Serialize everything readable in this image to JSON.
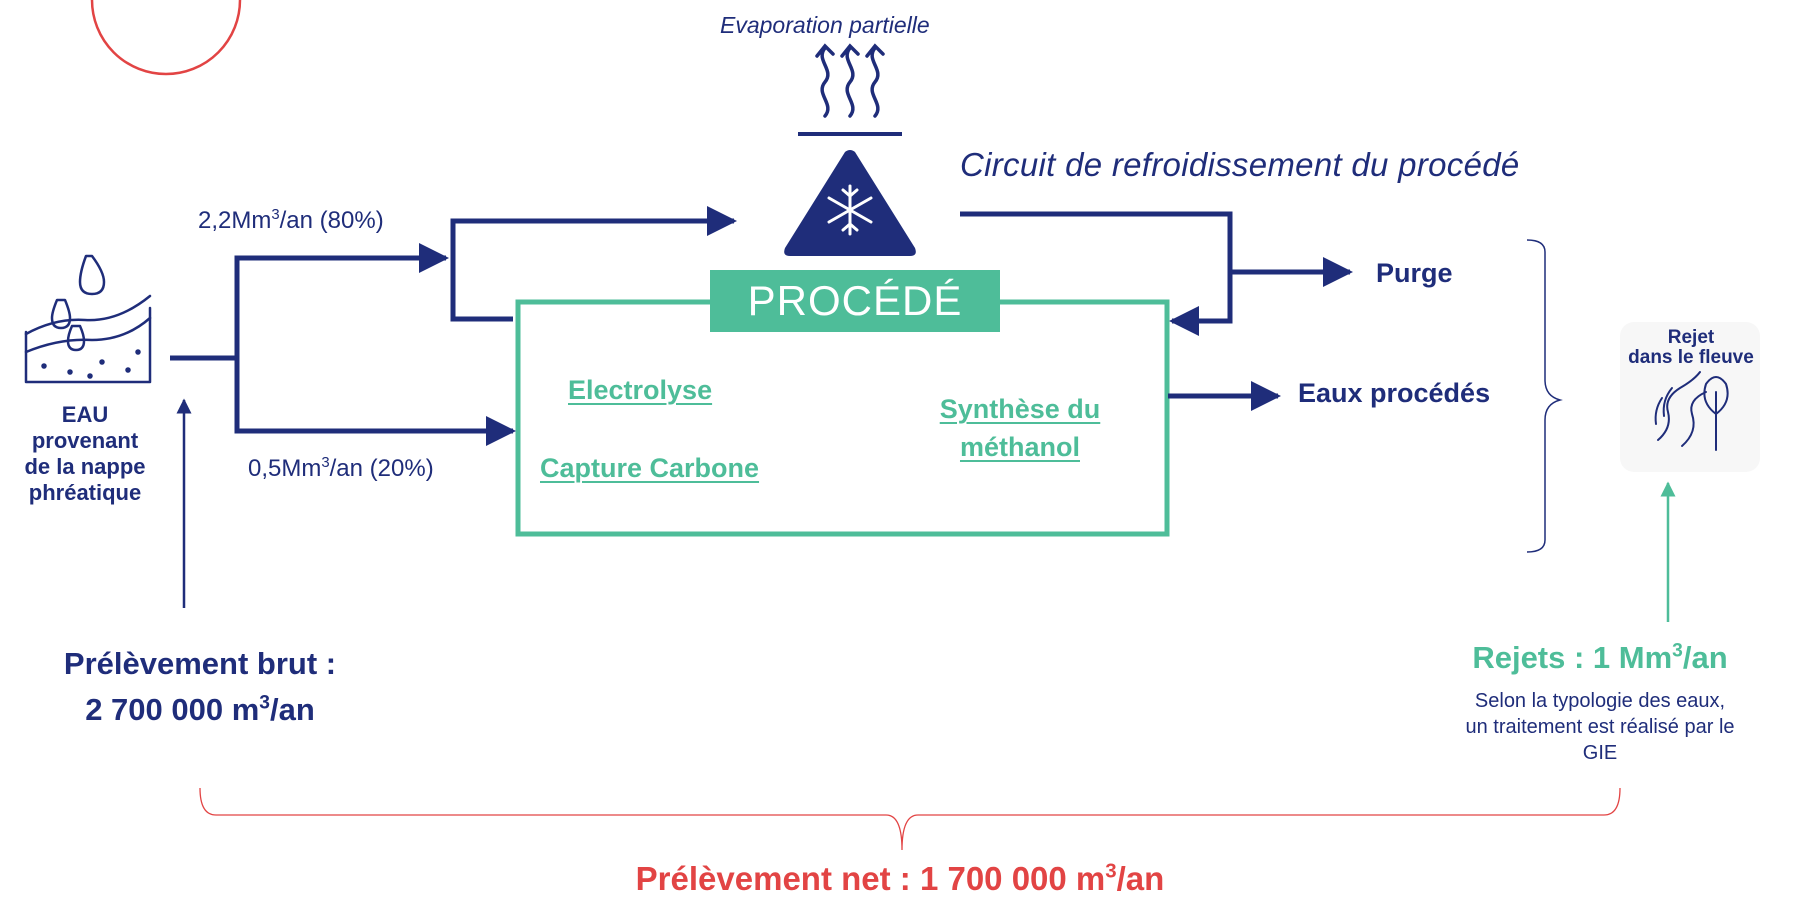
{
  "evaporation": {
    "label": "Evaporation partielle"
  },
  "cooling": {
    "label": "Circuit de refroidissement du procédé"
  },
  "process": {
    "title": "PROCÉDÉ",
    "electrolysis": "Electrolyse",
    "capture": "Capture Carbone",
    "synthesis_line1": "Synthèse du",
    "synthesis_line2": "méthanol"
  },
  "source": {
    "line1": "EAU",
    "line2": "provenant",
    "line3": "de la nappe",
    "line4": "phréatique"
  },
  "flows": {
    "upper": {
      "value": "2,2Mm",
      "exp": "3",
      "suffix": "/an (80%)"
    },
    "lower": {
      "value": "0,5Mm",
      "exp": "3",
      "suffix": "/an (20%)"
    }
  },
  "outputs": {
    "purge": "Purge",
    "process_water": "Eaux procédés"
  },
  "river": {
    "line1": "Rejet",
    "line2": "dans le fleuve"
  },
  "gross": {
    "label": "Prélèvement brut :",
    "value": "2 700 000 m",
    "exp": "3",
    "suffix": "/an"
  },
  "discharge": {
    "label": "Rejets : 1 Mm",
    "exp": "3",
    "suffix": "/an",
    "note1": "Selon la typologie des eaux,",
    "note2": "un traitement est réalisé par le",
    "note3": "GIE"
  },
  "net": {
    "label": "Prélèvement net : 1 700 000 m",
    "exp": "3",
    "suffix": "/an"
  },
  "colors": {
    "navy": "#1f2d7a",
    "teal": "#4ebd99",
    "red": "#e24444"
  },
  "icons": [
    "groundwater-icon",
    "steam-icon",
    "snowflake-icon",
    "river-icon"
  ]
}
